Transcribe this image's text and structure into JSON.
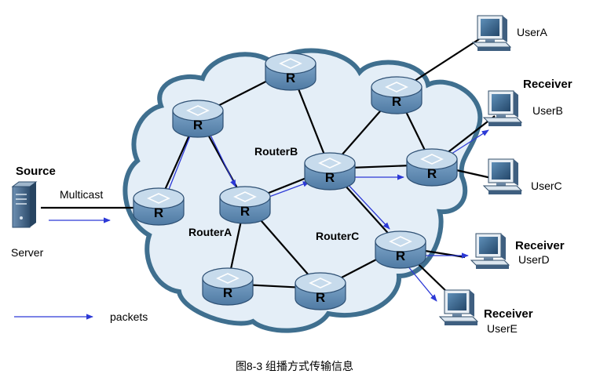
{
  "labels": {
    "source": "Source",
    "server": "Server",
    "multicast": "Multicast",
    "router_a": "RouterA",
    "router_b": "RouterB",
    "router_c": "RouterC",
    "user_a": "UserA",
    "user_b": "UserB",
    "user_c": "UserC",
    "user_d": "UserD",
    "user_e": "UserE",
    "receiver_b": "Receiver",
    "receiver_d": "Receiver",
    "receiver_e": "Receiver",
    "router_glyph": "R",
    "legend_packets": "packets"
  },
  "caption": "图8-3  组播方式传输信息",
  "colors": {
    "cloud_fill": "#e4eef7",
    "cloud_stroke": "#3f6f8f",
    "router_body": "#6e97bd",
    "router_top": "#bcd3e8",
    "packet_arrow": "#2c39d6",
    "link": "#000000"
  }
}
